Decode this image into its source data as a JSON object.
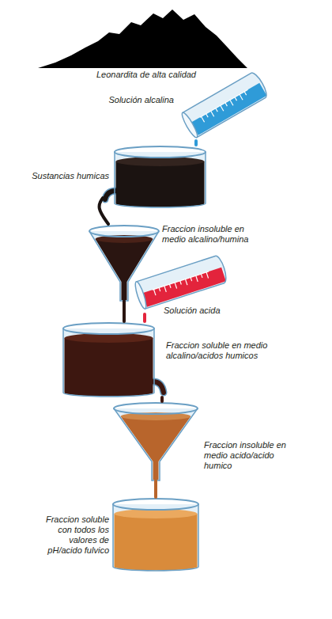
{
  "diagram": {
    "nodes": [
      {
        "text": [
          "Leonardita de alta calidad"
        ]
      },
      {
        "text": [
          "Solución alcalina"
        ]
      },
      {
        "text": [
          "Sustancias humicas"
        ]
      },
      {
        "text": [
          "Fraccion insoluble en medio alcalino/humina"
        ]
      },
      {
        "text": [
          "Solución acida"
        ]
      },
      {
        "text": [
          "Fraccion soluble en medio alcalino/acidos humicos"
        ]
      },
      {
        "text": [
          "Fraccion insoluble en medio acido/acido humico"
        ]
      },
      {
        "text": [
          "Fraccion soluble con todos los valores de pH/acido fulvico"
        ]
      }
    ],
    "edges": [
      {
        "from": 1,
        "to": 2,
        "arrow": "none"
      },
      {
        "from": 2,
        "to": 3,
        "arrow": "none"
      },
      {
        "from": 3,
        "to": 5,
        "arrow": "none"
      },
      {
        "from": 4,
        "to": 5,
        "arrow": "none"
      },
      {
        "from": 5,
        "to": 6,
        "arrow": "none"
      },
      {
        "from": 6,
        "to": 7,
        "arrow": "none"
      }
    ]
  }
}
